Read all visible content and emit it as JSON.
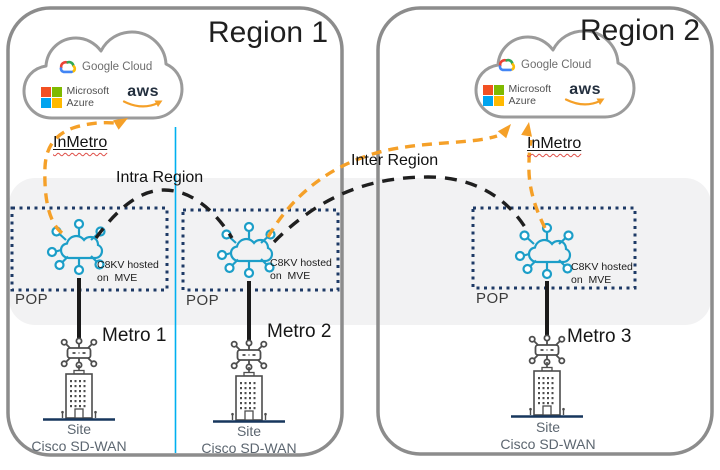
{
  "regions": [
    {
      "title": "Region 1"
    },
    {
      "title": "Region 2"
    }
  ],
  "cloud": {
    "google": "Google Cloud",
    "microsoft_line1": "Microsoft",
    "microsoft_line2": "Azure",
    "aws": "aws"
  },
  "connections": {
    "in_metro_region1": "InMetro",
    "intra_region": "Intra Region",
    "inter_region": "Inter Region",
    "in_metro_region2": "InMetro"
  },
  "pops": [
    {
      "label": "POP",
      "hosted_line1": "C8KV hosted",
      "hosted_line2": "on  MVE"
    },
    {
      "label": "POP",
      "hosted_line1": "C8KV hosted",
      "hosted_line2": "on  MVE"
    },
    {
      "label": "POP",
      "hosted_line1": "C8KV hosted",
      "hosted_line2": "on  MVE"
    }
  ],
  "metros": [
    {
      "label": "Metro 1"
    },
    {
      "label": "Metro 2"
    },
    {
      "label": "Metro 3"
    }
  ],
  "sites": [
    {
      "line1": "Site",
      "line2": "Cisco SD-WAN"
    },
    {
      "line1": "Site",
      "line2": "Cisco SD-WAN"
    },
    {
      "line1": "Site",
      "line2": "Cisco SD-WAN"
    }
  ],
  "colors": {
    "link_orange": "#F5A028",
    "link_black": "#1F1F1F",
    "pop_border_navy": "#1E3A66",
    "icon_teal": "#1C9EC8",
    "metro_divider_cyan": "#00B0F0",
    "band_gray": "#F2F2F3",
    "region_border_gray": "#8C8C8C",
    "site_text_gray": "#5C6670",
    "site_baseline_navy": "#17365D"
  }
}
